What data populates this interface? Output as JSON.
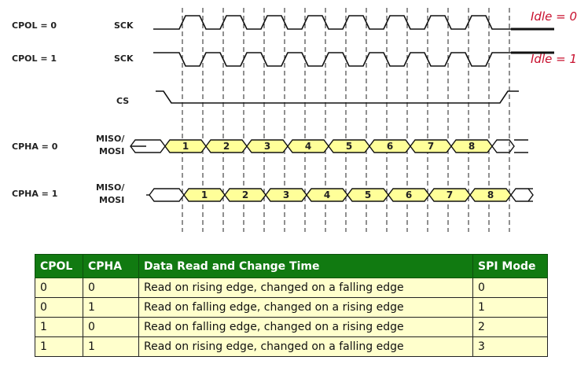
{
  "diagram": {
    "rows": [
      {
        "label": "CPOL = 0",
        "signal": [
          "SCK"
        ]
      },
      {
        "label": "CPOL = 1",
        "signal": [
          "SCK"
        ]
      },
      {
        "label": "",
        "signal": [
          "CS"
        ]
      },
      {
        "label": "CPHA = 0",
        "signal": [
          "MISO/",
          "MOSI"
        ]
      },
      {
        "label": "CPHA = 1",
        "signal": [
          "MISO/",
          "MOSI"
        ]
      }
    ],
    "idle_labels": [
      "Idle = 0",
      "Idle = 1"
    ],
    "bits": [
      "1",
      "2",
      "3",
      "4",
      "5",
      "6",
      "7",
      "8"
    ],
    "colors": {
      "line": "#111111",
      "bit_fill": "#ffff99",
      "idle": "#c8102e"
    }
  },
  "table": {
    "headers": [
      "CPOL",
      "CPHA",
      "Data Read and Change Time",
      "SPI Mode"
    ],
    "rows": [
      [
        "0",
        "0",
        "Read on rising edge, changed on a falling edge",
        "0"
      ],
      [
        "0",
        "1",
        "Read on falling edge, changed on a rising edge",
        "1"
      ],
      [
        "1",
        "0",
        "Read on falling edge, changed on a rising edge",
        "2"
      ],
      [
        "1",
        "1",
        "Read on rising edge, changed on a falling edge",
        "3"
      ]
    ],
    "colors": {
      "header_bg": "#117a11",
      "cell_bg": "#ffffcc"
    }
  }
}
